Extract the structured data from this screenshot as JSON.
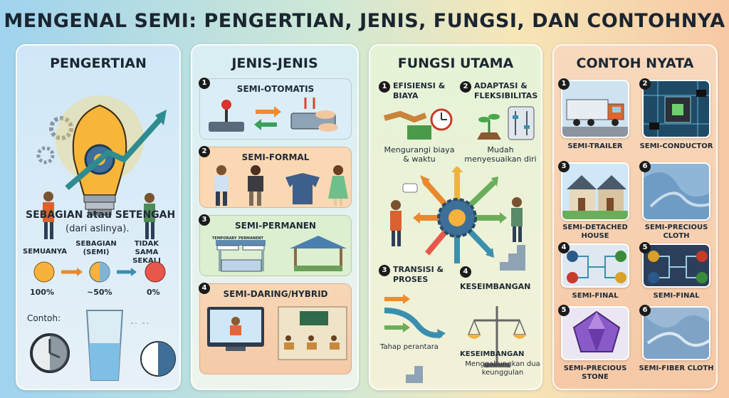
{
  "title": "MENGENAL SEMI: PENGERTIAN, JENIS, FUNGSI, DAN CONTOHNYA",
  "pengertian": {
    "heading": "PENGERTIAN",
    "definition_line1": "SEBAGIAN atau SETENGAH",
    "definition_line2": "(dari aslinya).",
    "scale": [
      {
        "label": "SEMUANYA",
        "value": "100%",
        "color": "#f6b23c"
      },
      {
        "label": "SEBAGIAN (SEMI)",
        "value": "~50%",
        "color": "#7fb3d8"
      },
      {
        "label": "TIDAK SAMA SEKALI",
        "value": "0%",
        "color": "#e8574b"
      }
    ],
    "example_label": "Contoh:"
  },
  "jenis": {
    "heading": "JENIS-JENIS",
    "items": [
      {
        "num": "1",
        "label": "SEMI-OTOMATIS"
      },
      {
        "num": "2",
        "label": "SEMI-FORMAL"
      },
      {
        "num": "3",
        "label": "SEMI-PERMANEN"
      },
      {
        "num": "4",
        "label": "SEMI-DARING/HYBRID"
      }
    ],
    "sign_left": "TEMPORARY",
    "sign_right": "PERMANENT"
  },
  "fungsi": {
    "heading": "FUNGSI UTAMA",
    "f1_num": "1",
    "f1_title": "EFISIENSI & BIAYA",
    "f1_desc": "Mengurangi biaya & waktu",
    "f2_num": "2",
    "f2_title": "ADAPTASI & FLEKSIBILITAS",
    "f2_desc": "Mudah menyesuaikan diri",
    "f3_num": "3",
    "f3_title": "TRANSISI & PROSES",
    "f3_desc": "Tahap perantara",
    "f4_num": "4",
    "f4_title": "KESEIMBANGAN",
    "f4_title2": "KESEIMBANGAN",
    "f4_desc": "Menggabungkan dua keunggulan"
  },
  "contoh": {
    "heading": "CONTOH NYATA",
    "items": [
      {
        "num": "1",
        "label": "SEMI-TRAILER"
      },
      {
        "num": "2",
        "label": "SEMI-CONDUCTOR"
      },
      {
        "num": "3",
        "label": "SEMI-DETACHED HOUSE"
      },
      {
        "num": "6",
        "label": "SEMI-PRECIOUS CLOTH"
      },
      {
        "num": "4",
        "label": "SEMI-FINAL"
      },
      {
        "num": "5",
        "label": "SEMI-FINAL"
      },
      {
        "num": "5",
        "label": "SEMI-PRECIOUS STONE"
      },
      {
        "num": "6",
        "label": "SEMI-FIBER CLOTH"
      }
    ]
  }
}
